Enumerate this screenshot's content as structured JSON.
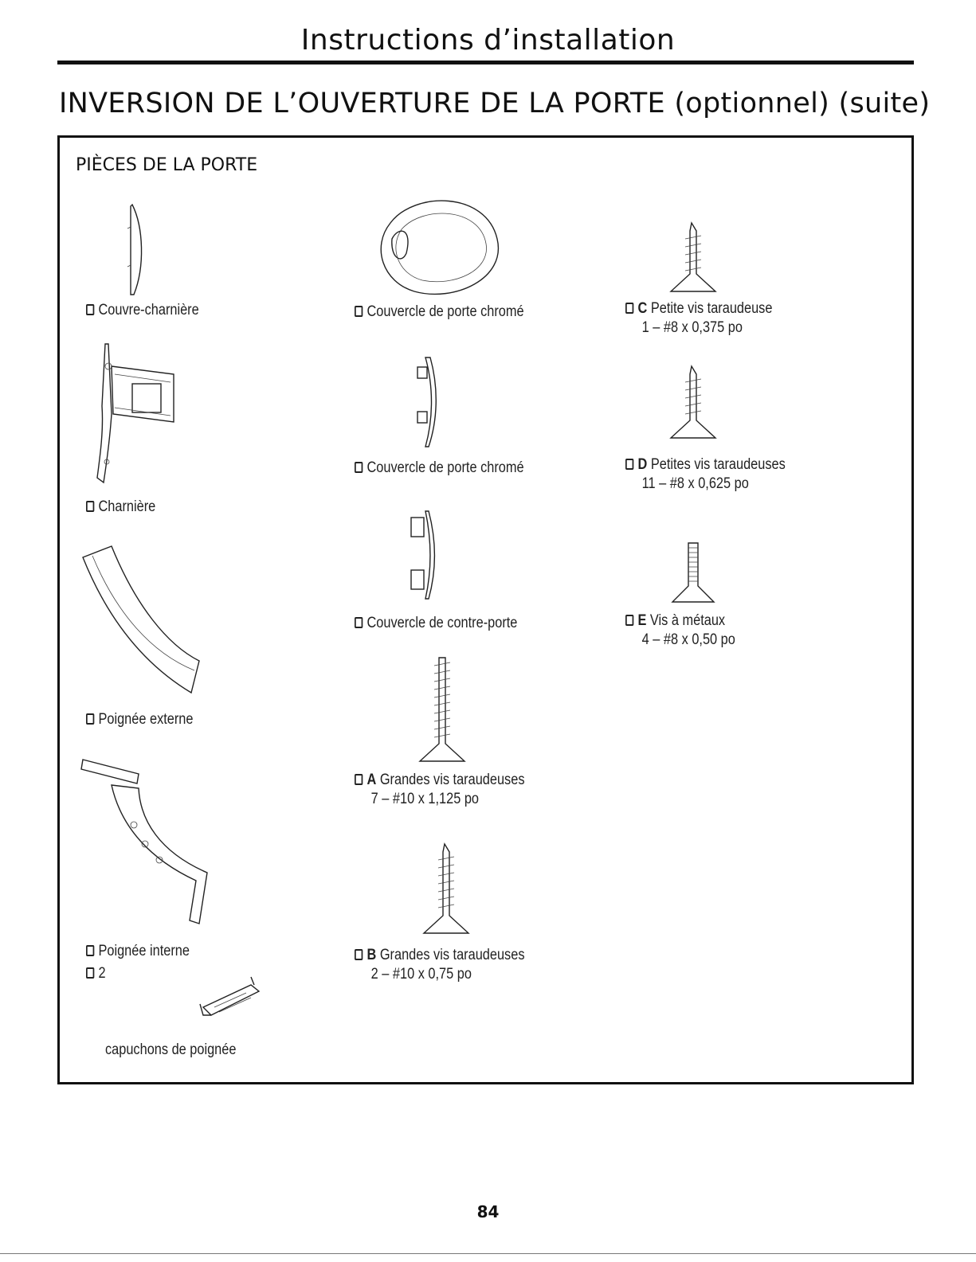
{
  "header": {
    "title": "Instructions d’installation"
  },
  "section": {
    "title": "INVERSION DE L’OUVERTURE DE LA PORTE (optionnel) (suite)"
  },
  "panel": {
    "title": "PIÈCES DE LA PORTE"
  },
  "parts": {
    "hinge_cover": {
      "label": "Couvre-charnière",
      "icon": "hinge-cover-icon"
    },
    "hinge": {
      "label": "Charnière",
      "icon": "hinge-icon"
    },
    "outer_handle": {
      "label": "Poignée externe",
      "icon": "outer-handle-icon"
    },
    "inner_handle": {
      "label": "Poignée interne",
      "icon": "inner-handle-icon"
    },
    "handle_caps": {
      "qty": "2",
      "label": "capuchons de poignée",
      "icon": "handle-caps-icon"
    },
    "chrome_cover_1": {
      "label": "Couvercle de porte chromé",
      "icon": "chrome-door-cover-icon"
    },
    "chrome_cover_2": {
      "label": "Couvercle de porte chromé",
      "icon": "chrome-door-cover-bracket-icon"
    },
    "inner_door_cover": {
      "label": "Couvercle de contre-porte",
      "icon": "inner-door-cover-icon"
    },
    "screw_a": {
      "letter": "A",
      "label": "Grandes vis taraudeuses",
      "spec": "7 – #10 x 1,125 po",
      "icon": "long-screw-icon"
    },
    "screw_b": {
      "letter": "B",
      "label": "Grandes vis taraudeuses",
      "spec": "2 – #10 x 0,75 po",
      "icon": "screw-icon"
    },
    "screw_c": {
      "letter": "C",
      "label": "Petite vis taraudeuse",
      "spec": "1 – #8 x 0,375 po",
      "icon": "small-screw-icon"
    },
    "screw_d": {
      "letter": "D",
      "label": "Petites vis taraudeuses",
      "spec": "11 – #8 x 0,625 po",
      "icon": "small-screw-icon"
    },
    "screw_e": {
      "letter": "E",
      "label": "Vis à métaux",
      "spec": "4 – #8 x 0,50 po",
      "icon": "machine-screw-icon"
    }
  },
  "footer": {
    "page_number": "84"
  }
}
